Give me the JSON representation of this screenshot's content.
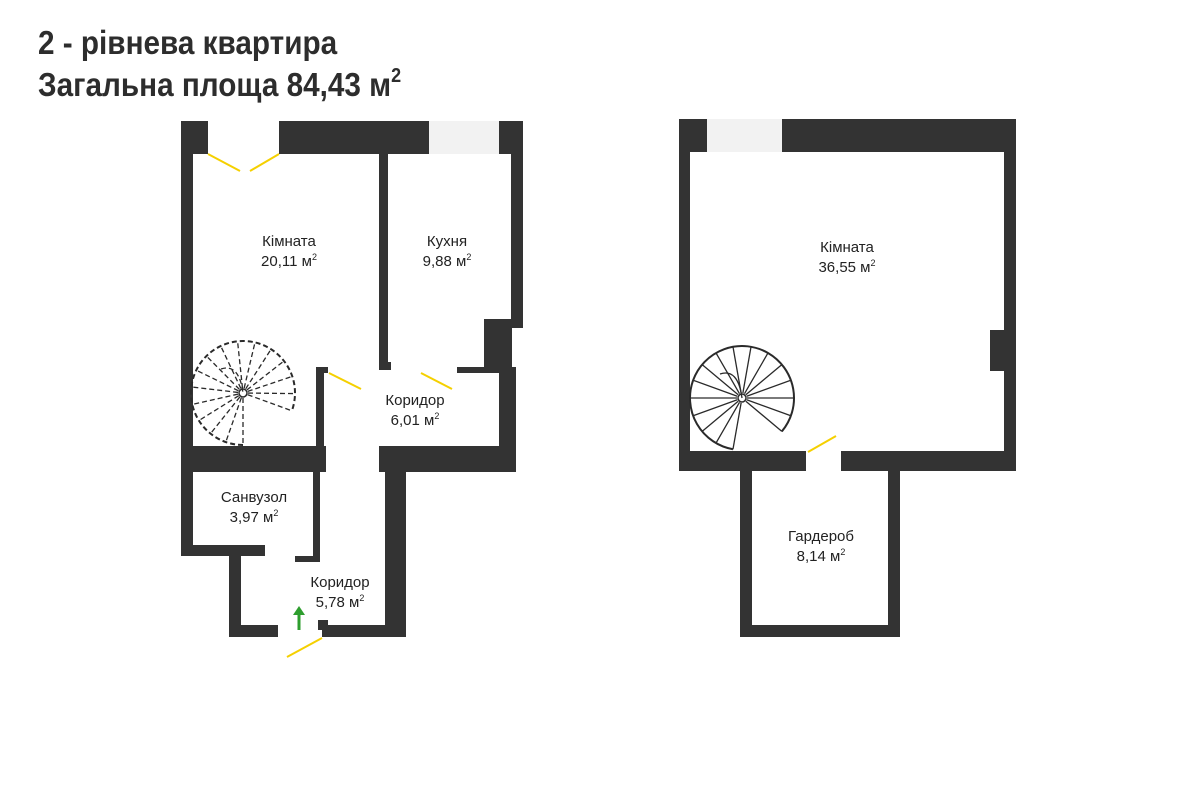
{
  "heading": {
    "line1": "2 - рівнева квартира",
    "line2_prefix": "Загальна площа 84,43 м",
    "line2_sup": "2"
  },
  "colors": {
    "wall": "#333333",
    "door": "#f5d000",
    "window": "#f2f2f2",
    "stairs": "#2a2a2a",
    "entrance_arrow": "#2e9e2e"
  },
  "icons": [
    "spiral-staircase-icon",
    "entrance-arrow-icon"
  ],
  "floor1": {
    "rooms": [
      {
        "name": "Кімната",
        "area": "20,11 м",
        "sup": "2"
      },
      {
        "name": "Кухня",
        "area": "9,88 м",
        "sup": "2"
      },
      {
        "name": "Коридор",
        "area": "6,01 м",
        "sup": "2"
      },
      {
        "name": "Санвузол",
        "area": "3,97 м",
        "sup": "2"
      },
      {
        "name": "Коридор",
        "area": "5,78 м",
        "sup": "2"
      }
    ]
  },
  "floor2": {
    "rooms": [
      {
        "name": "Кімната",
        "area": "36,55 м",
        "sup": "2"
      },
      {
        "name": "Гардероб",
        "area": "8,14 м",
        "sup": "2"
      }
    ]
  }
}
